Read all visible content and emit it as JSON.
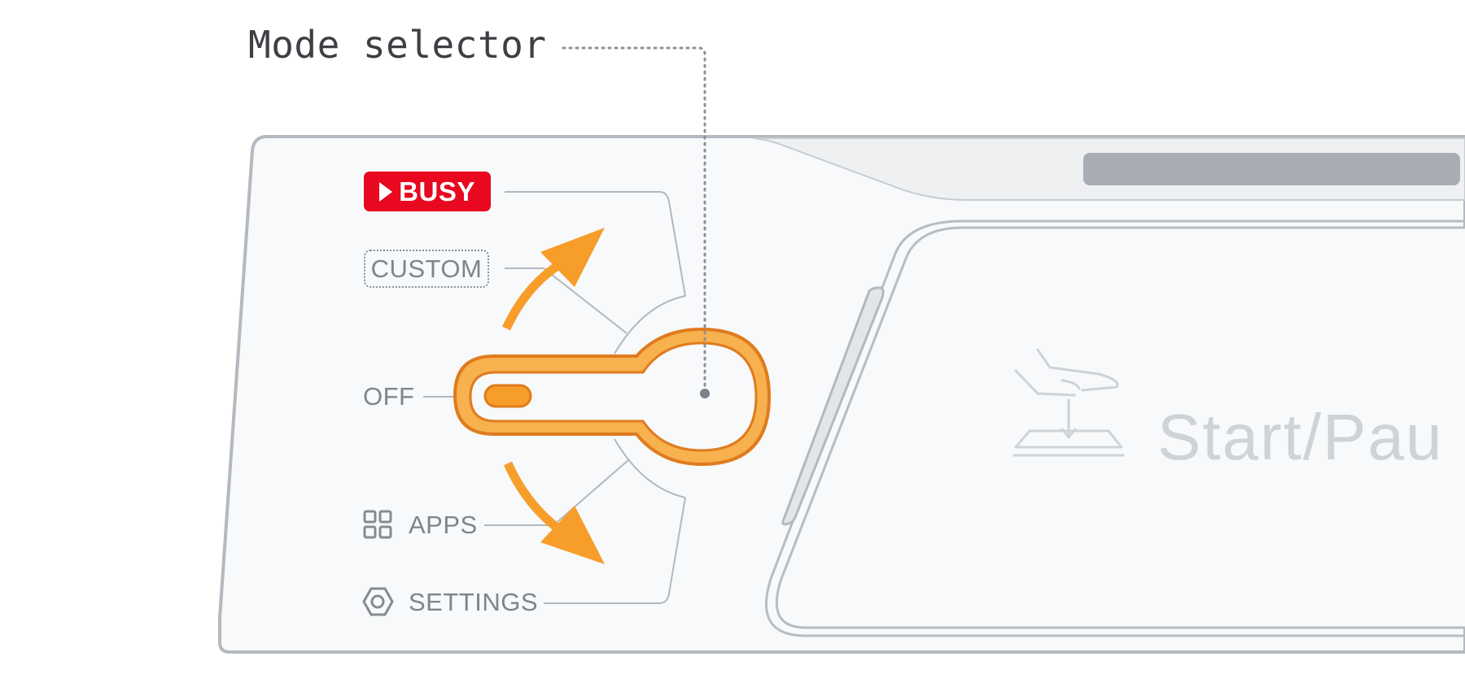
{
  "callout": {
    "label": "Mode selector"
  },
  "selector": {
    "modes": [
      {
        "label": "BUSY",
        "style": "badge",
        "color": "#e8081f"
      },
      {
        "label": "CUSTOM",
        "style": "dotted-box"
      },
      {
        "label": "OFF",
        "style": "plain"
      },
      {
        "label": "APPS",
        "icon": "grid-icon"
      },
      {
        "label": "SETTINGS",
        "icon": "hexagon-gear-icon"
      }
    ],
    "accent_color": "#f79d2a",
    "knob_position": "OFF"
  },
  "button": {
    "label": "Start/Pau",
    "icon": "hand-press-button-icon"
  },
  "device": {
    "body_color": "#f7f9fa",
    "outline_color": "#b4b8bf",
    "strip_color": "#a8adb5"
  }
}
